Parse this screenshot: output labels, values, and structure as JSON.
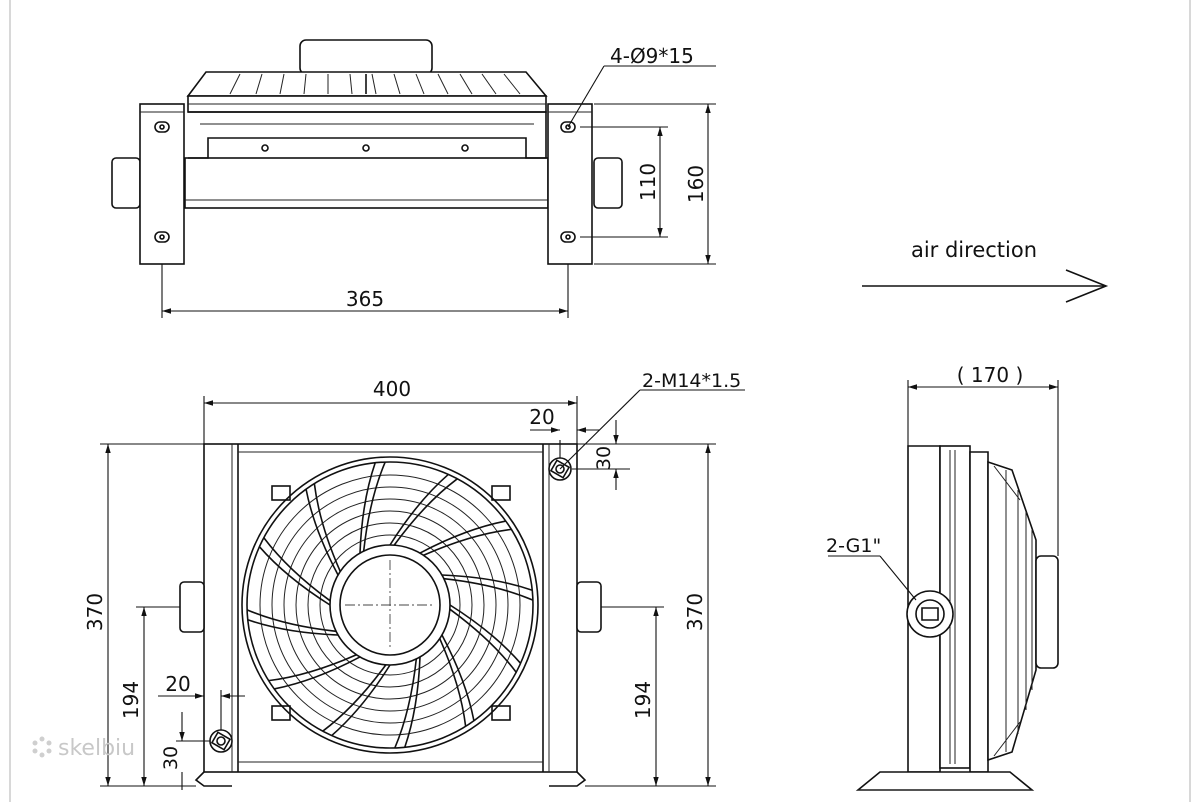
{
  "labels": {
    "mount_holes": "4-Ø9*15",
    "mount_spacing": "110",
    "bracket_height": "160",
    "mount_width": "365",
    "frame_width": "400",
    "plug_offset_x": "20",
    "plug_thread": "2-M14*1.5",
    "plug_offset_y": "30",
    "height_left": "370",
    "height_right": "370",
    "port_height_left": "194",
    "port_height_right": "194",
    "drain_offset_x": "20",
    "drain_offset_y": "30",
    "depth": "( 170 )",
    "port_thread": "2-G1\"",
    "air_direction": "air direction",
    "watermark": "skelbiu"
  },
  "icons": {
    "arrow": "air-direction-arrow",
    "watermark_mark": "snowflake-icon"
  }
}
